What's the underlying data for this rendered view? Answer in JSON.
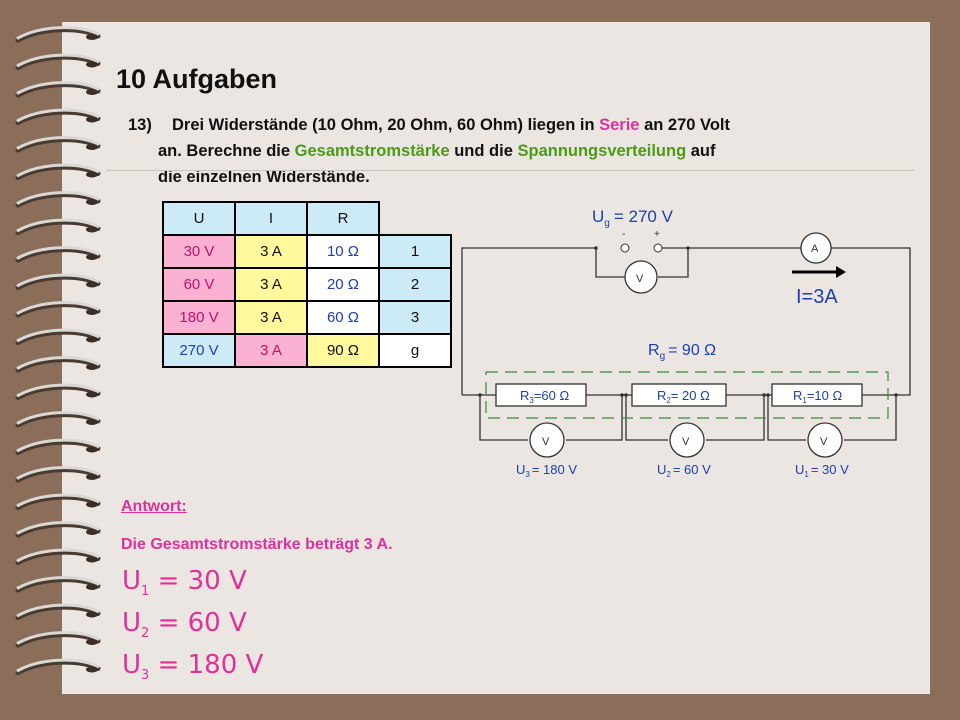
{
  "title": "10 Aufgaben",
  "task": {
    "number": "13)",
    "line1_a": "Drei Widerstände (10 Ohm, 20 Ohm, 60 Ohm) liegen in ",
    "line1_serie": "Serie",
    "line1_b": " an 270 Volt",
    "line2_a": "an. Berechne die ",
    "line2_gesamt": "Gesamtstromstärke",
    "line2_b": " und die ",
    "line2_spannung": "Spannungsverteilung",
    "line2_c": " auf",
    "line3": "die einzelnen Widerstände."
  },
  "table": {
    "headers": [
      "U",
      "I",
      "R"
    ],
    "rows": [
      {
        "u": "30 V",
        "i": "3 A",
        "r": "10 Ω",
        "label": "1"
      },
      {
        "u": "60 V",
        "i": "3 A",
        "r": "20 Ω",
        "label": "2"
      },
      {
        "u": "180 V",
        "i": "3 A",
        "r": "60 Ω",
        "label": "3"
      },
      {
        "u": "270 V",
        "i": "3 A",
        "r": "90 Ω",
        "label": "g"
      }
    ]
  },
  "circuit": {
    "source_label": "U",
    "source_sub": "g",
    "source_value": "= 270 V",
    "minus": "-",
    "plus": "+",
    "ammeter": "A",
    "voltmeter": "V",
    "current_label": "I=3A",
    "rg_label": "R",
    "rg_sub": "g",
    "rg_value": "= 90 Ω",
    "r3": {
      "sym": "R",
      "sub": "3",
      "val": "=60 Ω"
    },
    "r2": {
      "sym": "R",
      "sub": "2",
      "val": "= 20 Ω"
    },
    "r1": {
      "sym": "R",
      "sub": "1",
      "val": "=10 Ω"
    },
    "u3": {
      "sym": "U",
      "sub": "3",
      "val": "= 180 V"
    },
    "u2": {
      "sym": "U",
      "sub": "2",
      "val": "= 60 V"
    },
    "u1": {
      "sym": "U",
      "sub": "1",
      "val": "= 30 V"
    }
  },
  "answer": {
    "label": "Antwort:",
    "text": "Die Gesamtstromstärke beträgt 3 A.",
    "eqs": [
      {
        "sym": "U",
        "sub": "1",
        "eq": " = ",
        "val": "30 V"
      },
      {
        "sym": "U",
        "sub": "2",
        "eq": " = ",
        "val": "60 V"
      },
      {
        "sym": "U",
        "sub": "3",
        "eq": " = ",
        "val": "180 V"
      }
    ]
  },
  "colors": {
    "accent_pink": "#e0309a",
    "accent_green": "#4c9a16",
    "background": "#8b6e5a",
    "page": "#ebe6e2",
    "circuit_blue": "#1d3fb0"
  }
}
